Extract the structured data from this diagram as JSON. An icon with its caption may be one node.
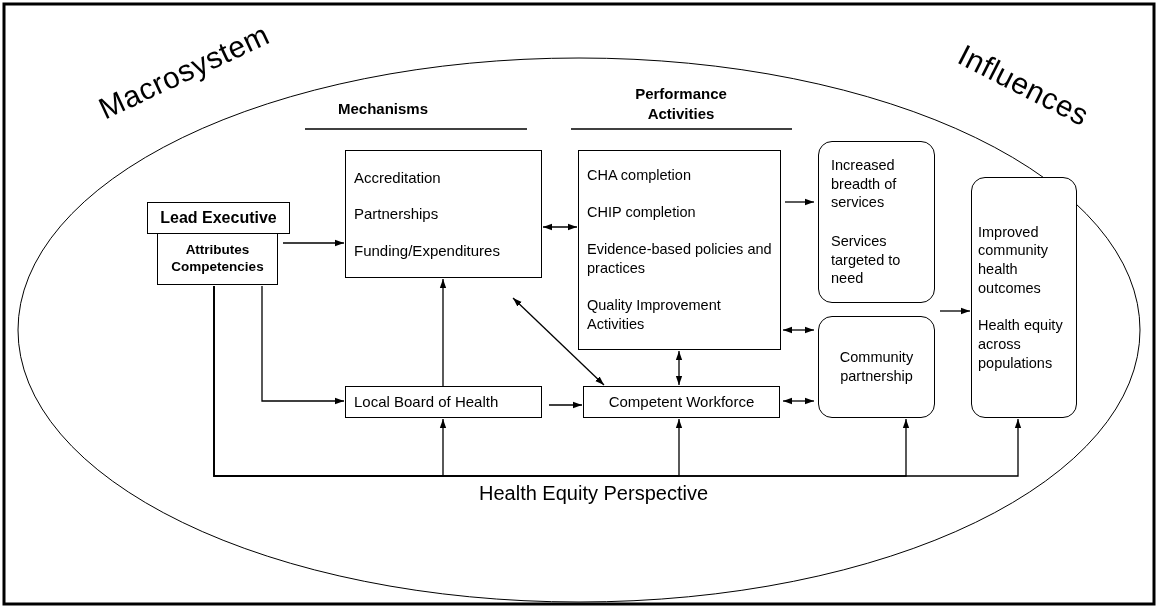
{
  "diagram": {
    "nodes": [
      {
        "text": [
          "Lead Executive"
        ]
      },
      {
        "text": [
          "Attributes",
          "Competencies"
        ]
      },
      {
        "text": [
          "Accreditation",
          "Partnerships",
          "Funding/Expenditures"
        ]
      },
      {
        "text": [
          "CHA completion",
          "CHIP completion",
          "Evidence-based policies and practices",
          "Quality Improvement Activities"
        ]
      },
      {
        "text": [
          "Increased breadth of services",
          "Services targeted to need"
        ]
      },
      {
        "text": [
          "Local Board of Health"
        ]
      },
      {
        "text": [
          "Competent Workforce"
        ]
      },
      {
        "text": [
          "Community partnership"
        ]
      },
      {
        "text": [
          "Improved community health outcomes",
          "Health equity across populations"
        ]
      }
    ],
    "edges": [
      {
        "from": 1,
        "to": 2,
        "arrow": "to"
      },
      {
        "from": 1,
        "to": 5,
        "arrow": "to"
      },
      {
        "from": 2,
        "to": 3,
        "arrow": "both"
      },
      {
        "from": 5,
        "to": 2,
        "arrow": "to"
      },
      {
        "from": 2,
        "to": 6,
        "arrow": "both"
      },
      {
        "from": 5,
        "to": 6,
        "arrow": "to"
      },
      {
        "from": 3,
        "to": 6,
        "arrow": "both"
      },
      {
        "from": 3,
        "to": 4,
        "arrow": "to"
      },
      {
        "from": 3,
        "to": 7,
        "arrow": "both"
      },
      {
        "from": 6,
        "to": 7,
        "arrow": "both"
      },
      {
        "from": 4,
        "to": 8,
        "arrow": "to"
      },
      {
        "from": 7,
        "to": 8,
        "arrow": "to"
      },
      {
        "from": 1,
        "to": 5,
        "arrow": "to"
      },
      {
        "from": 1,
        "to": 6,
        "arrow": "to"
      },
      {
        "from": 1,
        "to": 7,
        "arrow": "to"
      },
      {
        "from": 1,
        "to": 8,
        "arrow": "to"
      }
    ],
    "labels": [
      "Macrosystem",
      "Mechanisms",
      "Performance Activities",
      "Influences",
      "Health Equity Perspective"
    ]
  }
}
